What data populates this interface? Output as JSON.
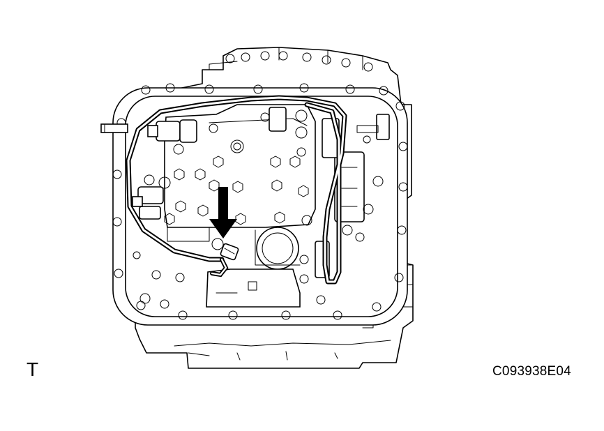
{
  "diagram": {
    "corner_mark": "T",
    "figure_code": "C093938E04",
    "icons": {
      "transmission": "valve-body-illustration",
      "pointer": "down-arrow-icon"
    },
    "colors": {
      "line": "#000000",
      "background": "#ffffff"
    }
  }
}
